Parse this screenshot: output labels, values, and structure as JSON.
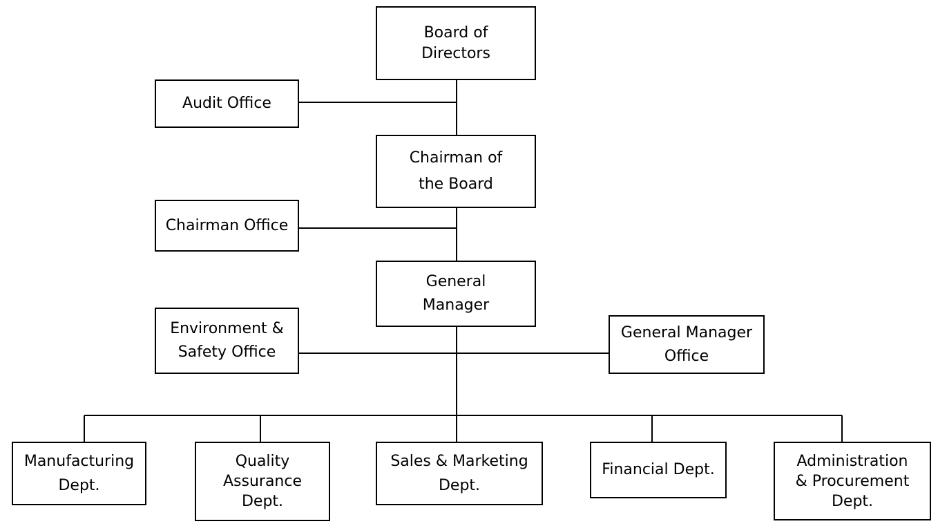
{
  "org_chart": {
    "board": [
      "Board of",
      "Directors"
    ],
    "audit": [
      "Audit Office"
    ],
    "chairman": [
      "Chairman of",
      "the Board"
    ],
    "chairman_office": [
      "Chairman Office"
    ],
    "gm": [
      "General",
      "Manager"
    ],
    "env_safety": [
      "Environment &",
      "Safety Office"
    ],
    "gm_office": [
      "General Manager",
      "Office"
    ],
    "manufacturing": [
      "Manufacturing",
      "Dept."
    ],
    "quality": [
      "Quality",
      "Assurance",
      "Dept."
    ],
    "sales": [
      "Sales & Marketing",
      "Dept."
    ],
    "financial": [
      "Financial Dept."
    ],
    "admin": [
      "Administration",
      "& Procurement",
      "Dept."
    ]
  }
}
